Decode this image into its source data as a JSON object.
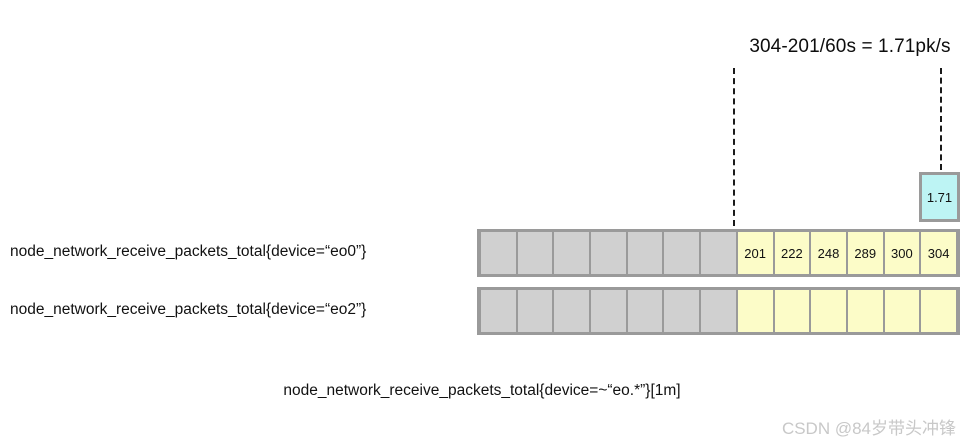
{
  "diagram": {
    "formula": "304-201/60s = 1.71pk/s",
    "result": {
      "value": "1.71",
      "box_color": "#bdf4f4",
      "border_color": "#9a9a9a"
    },
    "caption": "node_network_receive_packets_total{device=~“eo.*”}[1m]",
    "colors": {
      "inactive_cell": "#d0d0d0",
      "active_cell": "#fcfcc8",
      "cell_border": "#9a9a9a",
      "guide_line": "#1a1a1a",
      "watermark": "#c8c8c8"
    },
    "series": [
      {
        "label": "node_network_receive_packets_total{device=“eo0”}",
        "cells": [
          {
            "value": "",
            "state": "inactive"
          },
          {
            "value": "",
            "state": "inactive"
          },
          {
            "value": "",
            "state": "inactive"
          },
          {
            "value": "",
            "state": "inactive"
          },
          {
            "value": "",
            "state": "inactive"
          },
          {
            "value": "",
            "state": "inactive"
          },
          {
            "value": "",
            "state": "inactive"
          },
          {
            "value": "201",
            "state": "active"
          },
          {
            "value": "222",
            "state": "active"
          },
          {
            "value": "248",
            "state": "active"
          },
          {
            "value": "289",
            "state": "active"
          },
          {
            "value": "300",
            "state": "active"
          },
          {
            "value": "304",
            "state": "active"
          }
        ]
      },
      {
        "label": "node_network_receive_packets_total{device=“eo2”}",
        "cells": [
          {
            "value": "",
            "state": "inactive"
          },
          {
            "value": "",
            "state": "inactive"
          },
          {
            "value": "",
            "state": "inactive"
          },
          {
            "value": "",
            "state": "inactive"
          },
          {
            "value": "",
            "state": "inactive"
          },
          {
            "value": "",
            "state": "inactive"
          },
          {
            "value": "",
            "state": "inactive"
          },
          {
            "value": "",
            "state": "active"
          },
          {
            "value": "",
            "state": "active"
          },
          {
            "value": "",
            "state": "active"
          },
          {
            "value": "",
            "state": "active"
          },
          {
            "value": "",
            "state": "active"
          },
          {
            "value": "",
            "state": "active"
          }
        ]
      }
    ]
  },
  "watermark": "CSDN @84岁带头冲锋"
}
